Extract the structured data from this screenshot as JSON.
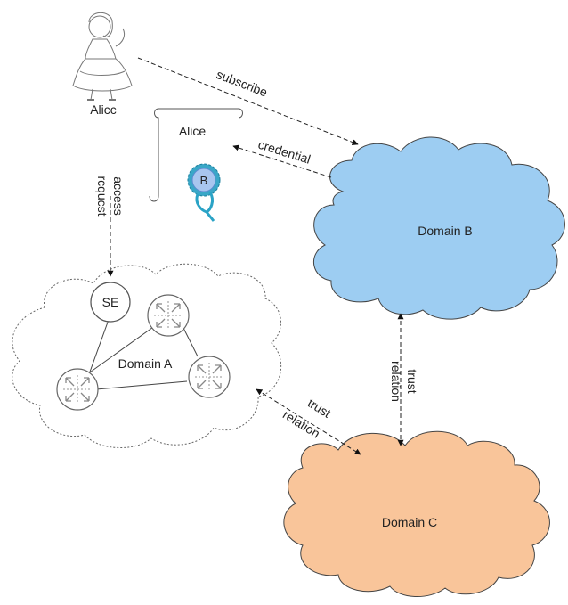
{
  "person": {
    "name": "Alicc"
  },
  "certificate": {
    "holder": "Alice",
    "badge": "B"
  },
  "edges": {
    "subscribe": "subscribe",
    "credential": "credential",
    "access_request_line1": "access",
    "access_request_line2": "rcqucst",
    "trust_ab_line1": "trust",
    "trust_ab_line2": "relation",
    "trust_bc_line1": "trust",
    "trust_bc_line2": "relation"
  },
  "domains": {
    "a": {
      "label": "Domain A",
      "node": "SE"
    },
    "b": {
      "label": "Domain B",
      "color": "#9dcdf2"
    },
    "c": {
      "label": "Domain C",
      "color": "#f9c59a"
    }
  }
}
